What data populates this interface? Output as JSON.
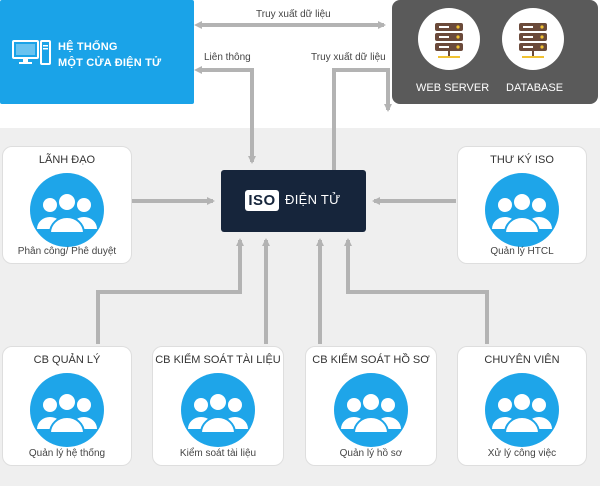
{
  "top_left": {
    "line1": "HỆ THỐNG",
    "line2": "MỘT CỬA ĐIỆN TỬ",
    "icon": "computer-icon"
  },
  "servers": {
    "web_server": "WEB SERVER",
    "database": "DATABASE",
    "icon": "server-stack-icon"
  },
  "connections": {
    "top": "Truy xuất dữ liệu",
    "lien_thong": "Liên thông",
    "mid": "Truy xuất dữ liệu"
  },
  "center": {
    "tag": "ISO",
    "text": "ĐIỆN TỬ"
  },
  "nodes": [
    {
      "title": "LÃNH ĐẠO",
      "sub": "Phân công/ Phê duyệt"
    },
    {
      "title": "THƯ KÝ ISO",
      "sub": "Quản lý HTCL"
    },
    {
      "title": "CB QUẢN LÝ",
      "sub": "Quản lý hệ thống"
    },
    {
      "title": "CB KIỂM SOÁT TÀI LIỆU",
      "sub": "Kiểm soát tài liệu"
    },
    {
      "title": "CB KIỂM SOÁT HỒ SƠ",
      "sub": "Quản lý hồ sơ"
    },
    {
      "title": "CHUYÊN VIÊN",
      "sub": "Xử lý công việc"
    }
  ],
  "colors": {
    "accent_blue": "#1aa3e8",
    "dark_navy": "#16253b",
    "server_gray": "#5a5a5a",
    "arrow_gray": "#b3b3b3"
  }
}
